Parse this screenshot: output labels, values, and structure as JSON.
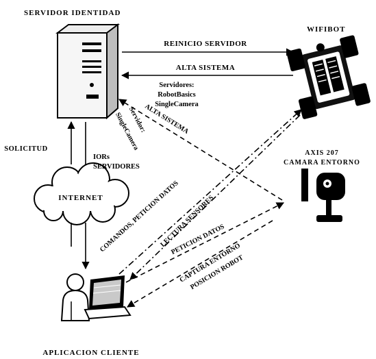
{
  "nodes": {
    "server": {
      "title": "SERVIDOR IDENTIDAD",
      "icon": "server-tower-icon"
    },
    "robot": {
      "title": "WIFIBOT",
      "icon": "wheeled-robot-icon"
    },
    "camera": {
      "title_line1": "AXIS 207",
      "title_line2": "CAMARA ENTORNO",
      "icon": "network-camera-icon"
    },
    "internet": {
      "label": "INTERNET",
      "icon": "cloud-icon"
    },
    "client": {
      "title": "APLICACION CLIENTE",
      "icon": "user-laptop-icon"
    }
  },
  "edges": {
    "reinicio": "REINICIO SERVIDOR",
    "alta_robot": "ALTA SISTEMA",
    "robot_servicios": [
      "Servidores:",
      "RobotBasics",
      "SingleCamera"
    ],
    "alta_camera": "ALTA SISTEMA",
    "camera_servicio": [
      "Servidor:",
      "SingleCamera"
    ],
    "solicitud": "SOLICITUD",
    "iors": [
      "IORs",
      "SERVIDORES"
    ],
    "comandos": "COMANDOS, PETICION DATOS",
    "lectura": "LECTURA SENSORES",
    "peticion": "PETICION DATOS",
    "captura": [
      "CAPTURA ENTORNO",
      "POSICION ROBOT"
    ]
  }
}
